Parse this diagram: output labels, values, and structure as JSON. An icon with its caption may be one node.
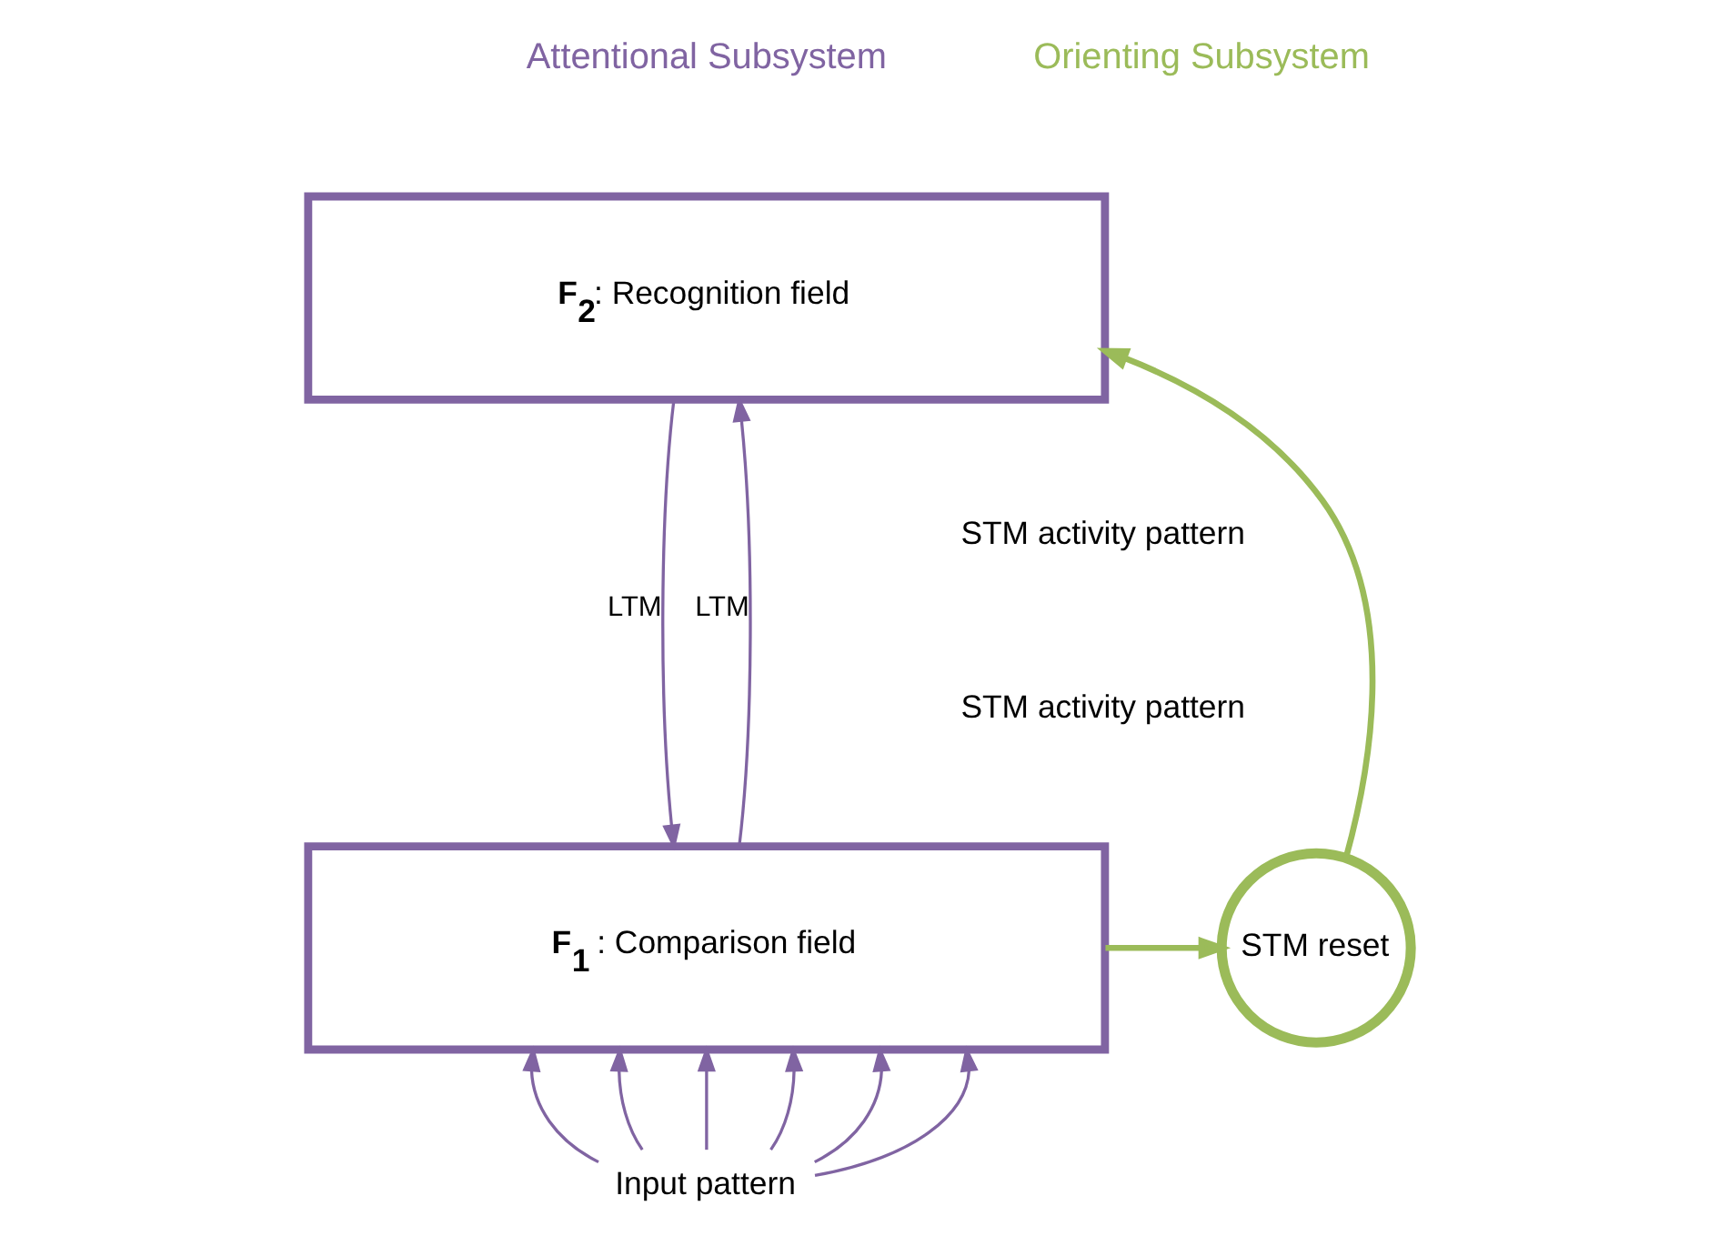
{
  "diagram": {
    "nodes": [
      {
        "text": [
          "**F$_{2}$**: Recognition field"
        ]
      },
      {
        "text": [
          "**F$_{1}$** : Comparison field"
        ]
      },
      {
        "text": [
          "STM reset"
        ]
      },
      {
        "text": [
          "Input pattern"
        ]
      }
    ],
    "edges": [
      {
        "from": 0,
        "to": 1,
        "arrow": "to",
        "label": "LTM"
      },
      {
        "from": 1,
        "to": 0,
        "arrow": "to",
        "label": "LTM"
      },
      {
        "from": 1,
        "to": 2,
        "arrow": "to",
        "color": "#9bbb59",
        "style": "thick"
      },
      {
        "from": 2,
        "to": 0,
        "arrow": "to",
        "color": "#9bbb59",
        "style": "thick"
      },
      {
        "from": 3,
        "to": 1,
        "arrow": "to"
      },
      {
        "from": 3,
        "to": 1,
        "arrow": "to"
      },
      {
        "from": 3,
        "to": 1,
        "arrow": "to"
      },
      {
        "from": 3,
        "to": 1,
        "arrow": "to"
      },
      {
        "from": 3,
        "to": 1,
        "arrow": "to"
      },
      {
        "from": 3,
        "to": 1,
        "arrow": "to"
      }
    ],
    "labels": [
      "Attentional Subsystem",
      "Orienting Subsystem",
      "STM activity pattern",
      "STM activity pattern"
    ]
  }
}
